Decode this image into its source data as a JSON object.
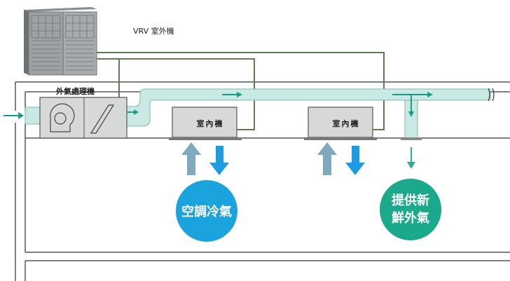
{
  "outdoor_unit": {
    "label": "VRV  室外機"
  },
  "air_handler": {
    "label": "外氣處理機"
  },
  "indoor_units": [
    {
      "label": "室內機"
    },
    {
      "label": "室內機"
    }
  ],
  "circles": {
    "air_conditioning": {
      "text": "空調冷氣",
      "color": "#1aa3dc"
    },
    "fresh_air": {
      "line1": "提供新",
      "line2": "鮮外氣",
      "color": "#1aa98a"
    }
  },
  "colors": {
    "duct": "#c9e9e4",
    "duct_outline": "#7fb7b0",
    "pipe": "#5e7d4f",
    "unit_fill": "#d7d9d9",
    "arrow_blue": "#1e9be3",
    "arrow_green": "#28b08f",
    "arrow_gray_blue": "#7ea9bf"
  }
}
